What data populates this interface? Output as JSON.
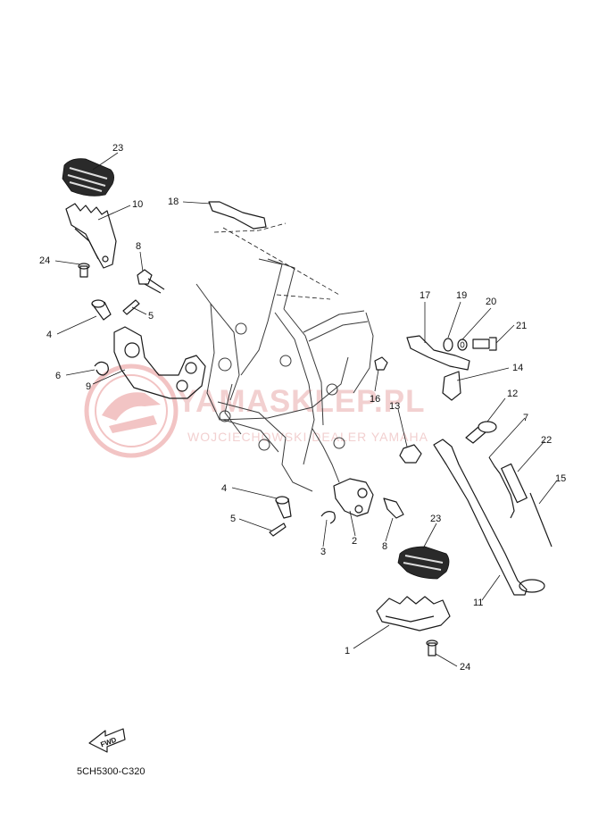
{
  "diagram_code": "5CH5300-C320",
  "fwd_label": "FWD",
  "watermark": {
    "main": "YAMASKLEP.PL",
    "sub": "WOJCIECHOWSKI DEALER YAMAHA",
    "color": "#e8a0a0"
  },
  "callouts": [
    "23",
    "10",
    "18",
    "8",
    "24",
    "5",
    "4",
    "6",
    "9",
    "17",
    "19",
    "20",
    "21",
    "14",
    "16",
    "13",
    "12",
    "7",
    "22",
    "15",
    "4",
    "5",
    "3",
    "2",
    "8",
    "23",
    "11",
    "1",
    "24"
  ]
}
